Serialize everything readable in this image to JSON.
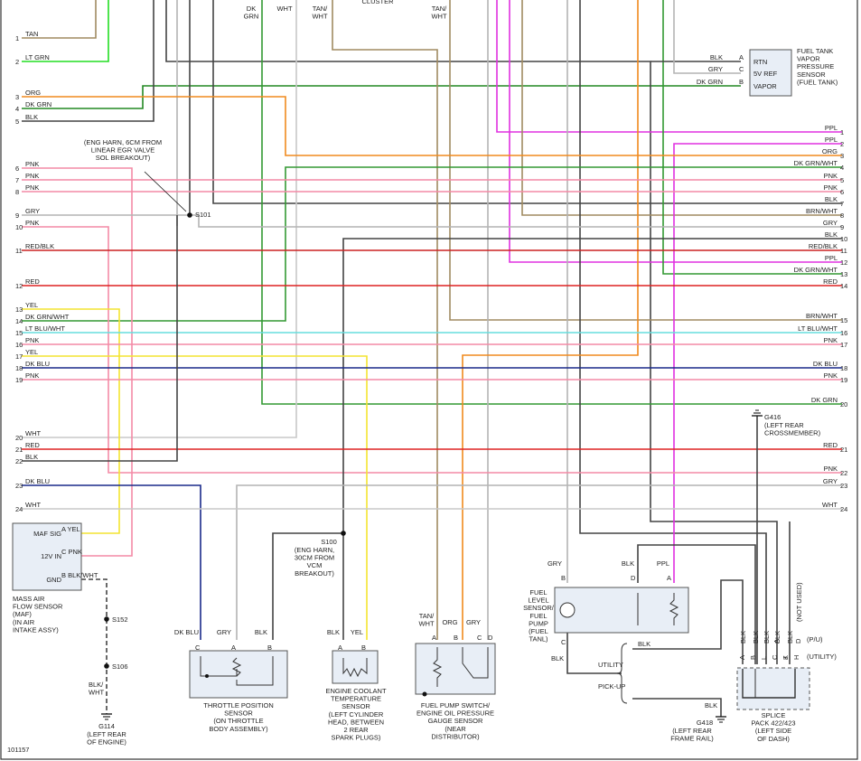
{
  "figure_id": "101157",
  "wires": [
    {
      "left": "1",
      "lt": "TAN",
      "right": "",
      "rt": "",
      "color": "#a08a60"
    },
    {
      "left": "2",
      "lt": "LT GRN",
      "right": "",
      "rt": "",
      "color": "#22dd22"
    },
    {
      "left": "3",
      "lt": "ORG",
      "right": "3",
      "rt": "ORG",
      "color": "#f08a1e"
    },
    {
      "left": "4",
      "lt": "DK GRN",
      "right": "",
      "rt": "",
      "color": "#228822"
    },
    {
      "left": "5",
      "lt": "BLK",
      "right": "",
      "rt": "",
      "color": "#444444"
    },
    {
      "left": "6",
      "lt": "PNK",
      "right": "",
      "rt": "",
      "color": "#f48aa6"
    },
    {
      "left": "7",
      "lt": "PNK",
      "right": "5",
      "rt": "PNK",
      "color": "#f48aa6"
    },
    {
      "left": "8",
      "lt": "PNK",
      "right": "6",
      "rt": "PNK",
      "color": "#f48aa6"
    },
    {
      "left": "9",
      "lt": "GRY",
      "right": "",
      "rt": "",
      "color": "#b4b4b4"
    },
    {
      "left": "10",
      "lt": "PNK",
      "right": "",
      "rt": "",
      "color": "#f48aa6"
    },
    {
      "left": "11",
      "lt": "RED/BLK",
      "right": "11",
      "rt": "RED/BLK",
      "color": "#cc2222"
    },
    {
      "left": "12",
      "lt": "RED",
      "right": "14",
      "rt": "RED",
      "color": "#dd2222"
    },
    {
      "left": "13",
      "lt": "YEL",
      "right": "",
      "rt": "",
      "color": "#f4e430"
    },
    {
      "left": "14",
      "lt": "DK GRN/WHT",
      "right": "",
      "rt": "",
      "color": "#339933"
    },
    {
      "left": "15",
      "lt": "LT BLU/WHT",
      "right": "16",
      "rt": "LT BLU/WHT",
      "color": "#66dddd"
    },
    {
      "left": "16",
      "lt": "PNK",
      "right": "17",
      "rt": "PNK",
      "color": "#f48aa6"
    },
    {
      "left": "17",
      "lt": "YEL",
      "right": "",
      "rt": "",
      "color": "#f4e430"
    },
    {
      "left": "18",
      "lt": "DK BLU",
      "right": "18",
      "rt": "DK BLU",
      "color": "#1a2a8a"
    },
    {
      "left": "19",
      "lt": "PNK",
      "right": "19",
      "rt": "PNK",
      "color": "#f48aa6"
    },
    {
      "left": "20",
      "lt": "WHT",
      "right": "",
      "rt": "",
      "color": "#c8c8c8"
    },
    {
      "left": "21",
      "lt": "RED",
      "right": "21",
      "rt": "RED",
      "color": "#dd2222"
    },
    {
      "left": "22",
      "lt": "BLK",
      "right": "",
      "rt": "",
      "color": "#444444"
    },
    {
      "left": "23",
      "lt": "DK BLU",
      "right": "",
      "rt": "",
      "color": "#1a2a8a"
    },
    {
      "left": "24",
      "lt": "WHT",
      "right": "24",
      "rt": "WHT",
      "color": "#c8c8c8"
    }
  ],
  "right_wires": [
    {
      "num": "1",
      "label": "PPL"
    },
    {
      "num": "2",
      "label": "PPL"
    },
    {
      "num": "4",
      "label": "DK GRN/WHT"
    },
    {
      "num": "7",
      "label": "BLK"
    },
    {
      "num": "8",
      "label": "BRN/WHT"
    },
    {
      "num": "9",
      "label": "GRY"
    },
    {
      "num": "10",
      "label": "BLK"
    },
    {
      "num": "12",
      "label": "PPL"
    },
    {
      "num": "13",
      "label": "DK GRN/WHT"
    },
    {
      "num": "15",
      "label": "BRN/WHT"
    },
    {
      "num": "20",
      "label": "DK GRN"
    },
    {
      "num": "22",
      "label": "PNK"
    },
    {
      "num": "23",
      "label": "GRY"
    }
  ],
  "top_labels": {
    "dk_grn": "DK\nGRN",
    "wht": "WHT",
    "tan_wht_1": "TAN/\nWHT",
    "cluster": "CLUSTER",
    "tan_wht_2": "TAN/\nWHT"
  },
  "splices": {
    "s101": "S101",
    "s101_note": "(ENG HARN, 6CM FROM\nLINEAR EGR VALVE\nSOL BREAKOUT)",
    "s100": "S100",
    "s100_note": "(ENG HARN,\n30CM FROM\nVCM\nBREAKOUT)",
    "s152": "S152",
    "s106": "S106"
  },
  "fuel_tank_sensor": {
    "title": "FUEL TANK\nVAPOR\nPRESSURE\nSENSOR\n(FUEL TANK)",
    "pins": [
      {
        "pin": "A",
        "wire": "BLK",
        "func": "RTN"
      },
      {
        "pin": "C",
        "wire": "GRY",
        "func": "5V REF"
      },
      {
        "pin": "B",
        "wire": "DK GRN",
        "func": "VAPOR"
      }
    ]
  },
  "maf": {
    "pins": [
      {
        "pin": "A",
        "wire": "YEL",
        "func": "MAF SIG"
      },
      {
        "pin": "C",
        "wire": "PNK",
        "func": "12V IN"
      },
      {
        "pin": "B",
        "wire": "BLK/WHT",
        "func": "GND"
      }
    ],
    "title": "MASS AIR\nFLOW SENSOR\n(MAF)\n(IN AIR\nINTAKE ASSY)",
    "gnd_wire": "BLK/\nWHT",
    "ground": "G114",
    "ground_note": "(LEFT REAR\nOF ENGINE)"
  },
  "tps": {
    "wires": [
      "DK BLU",
      "GRY",
      "BLK"
    ],
    "pins": [
      "C",
      "A",
      "B"
    ],
    "title": "THROTTLE POSITION\nSENSOR\n(ON THROTTLE\nBODY ASSEMBLY)"
  },
  "ect": {
    "wires": [
      "BLK",
      "YEL"
    ],
    "pins": [
      "A",
      "B"
    ],
    "title": "ENGINE COOLANT\nTEMPERATURE\nSENSOR\n(LEFT CYLINDER\nHEAD, BETWEEN\n2 REAR\nSPARK PLUGS)"
  },
  "fps": {
    "wires": [
      "TAN/\nWHT",
      "ORG",
      "GRY"
    ],
    "pins": [
      "A",
      "B",
      "C",
      "D"
    ],
    "title": "FUEL PUMP SWITCH/\nENGINE OIL PRESSURE\nGAUGE SENSOR\n(NEAR\nDISTRIBUTOR)"
  },
  "fuel_level": {
    "title": "FUEL\nLEVEL\nSENSOR/\nFUEL\nPUMP\n(FUEL\nTANL)",
    "wires_top": [
      "GRY",
      "BLK",
      "PPL"
    ],
    "pins": [
      "B",
      "D",
      "A",
      "C"
    ],
    "c_wire": "BLK",
    "utility": "UTILITY",
    "pickup": "PICK-UP",
    "blk1": "BLK",
    "blk2": "BLK",
    "ground": "G418",
    "ground_note": "(LEFT REAR\nFRAME RAIL)"
  },
  "g416": {
    "name": "G416",
    "note": "(LEFT REAR\nCROSSMEMBER)"
  },
  "splice_pack": {
    "wires": [
      "BLK",
      "BLK",
      "BLK",
      "BLK",
      "BLK",
      "(NOT USED)"
    ],
    "pins": [
      "A",
      "B",
      "L",
      "C",
      "J",
      "A",
      "K",
      "D",
      "H"
    ],
    "pu": "(P/U)",
    "utility": "(UTILITY)",
    "title": "SPLICE\nPACK 422/423\n(LEFT SIDE\nOF DASH)"
  }
}
